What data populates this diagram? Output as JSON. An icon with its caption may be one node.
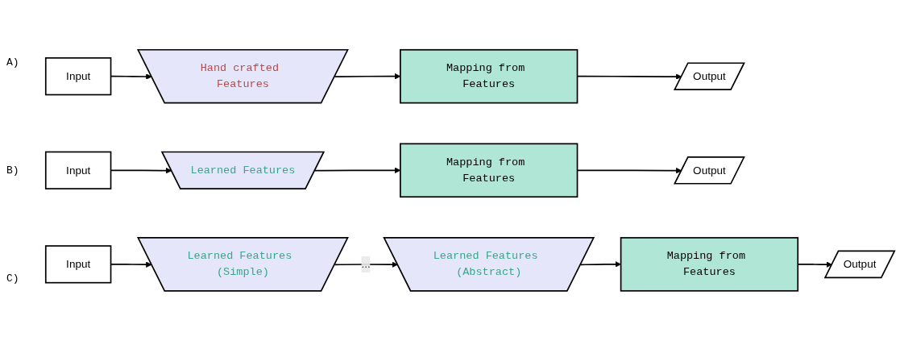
{
  "diagram": {
    "nodes": [
      {
        "text": [
          "Input"
        ]
      },
      {
        "text": [
          "Hand crafted Features"
        ]
      },
      {
        "text": [
          "Mapping from Features"
        ]
      },
      {
        "text": [
          "Output"
        ]
      },
      {
        "text": [
          "Input"
        ]
      },
      {
        "text": [
          "Learned Features"
        ]
      },
      {
        "text": [
          "Mapping from Features"
        ]
      },
      {
        "text": [
          "Output"
        ]
      },
      {
        "text": [
          "Input"
        ]
      },
      {
        "text": [
          "Learned Features (Simple)"
        ]
      },
      {
        "text": [
          "Learned Features (Abstract)"
        ]
      },
      {
        "text": [
          "Mapping from Features"
        ]
      },
      {
        "text": [
          "Output"
        ]
      }
    ],
    "edges": [
      {
        "from": 0,
        "to": 1,
        "arrow": "to"
      },
      {
        "from": 1,
        "to": 2,
        "arrow": "to"
      },
      {
        "from": 2,
        "to": 3,
        "arrow": "to"
      },
      {
        "from": 4,
        "to": 5,
        "arrow": "to"
      },
      {
        "from": 5,
        "to": 6,
        "arrow": "to"
      },
      {
        "from": 6,
        "to": 7,
        "arrow": "to"
      },
      {
        "from": 8,
        "to": 9,
        "arrow": "to"
      },
      {
        "from": 9,
        "to": 10,
        "arrow": "to",
        "label": "..."
      },
      {
        "from": 10,
        "to": 11,
        "arrow": "to"
      },
      {
        "from": 11,
        "to": 12,
        "arrow": "to"
      }
    ],
    "labels": [
      "A)",
      "B)",
      "C)"
    ]
  }
}
